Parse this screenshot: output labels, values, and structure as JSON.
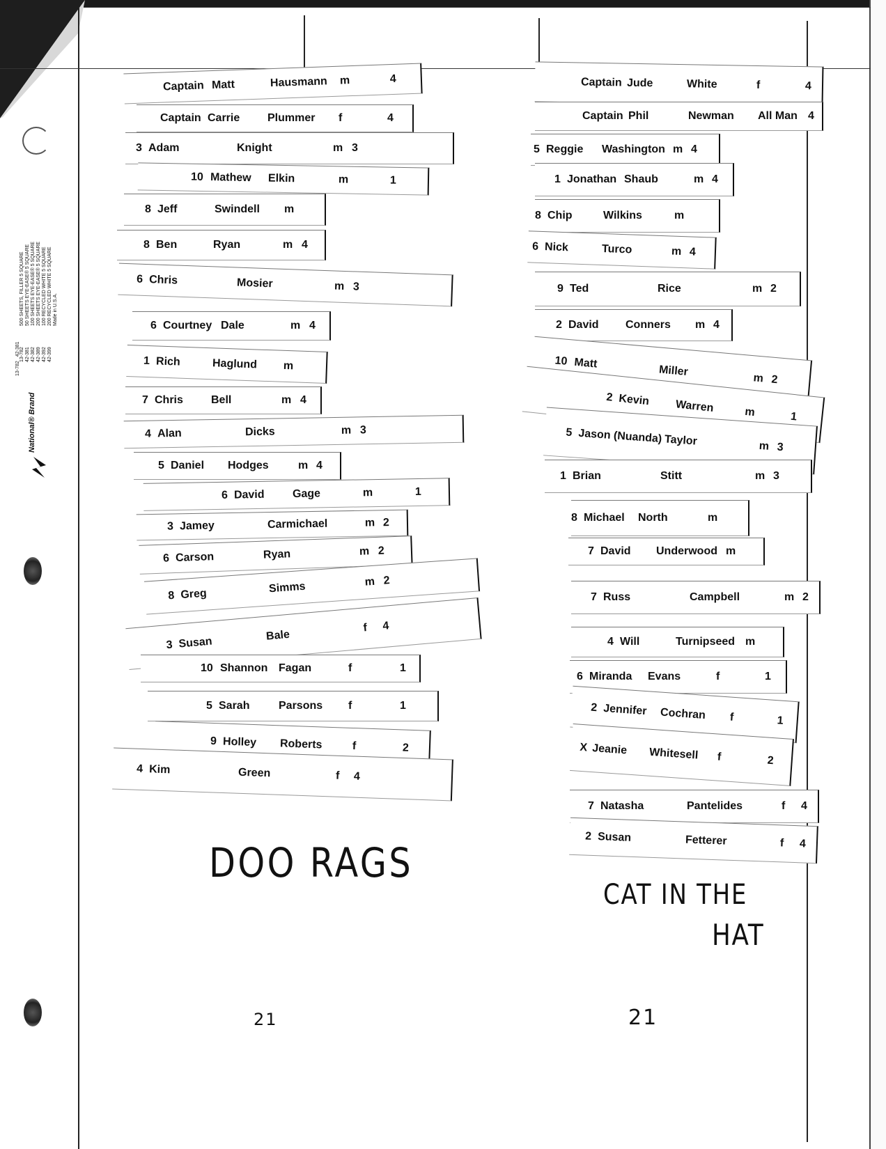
{
  "imprint_lines": [
    "500 SHEETS, FILLER 5 SQUARE",
    "50 SHEETS EYE-EASE® 5 SQUARE",
    "100 SHEETS EYE-EASE® 5 SQUARE",
    "200 SHEETS EYE-EASE® 5 SQUARE",
    "100 RECYCLED WHITE 5 SQUARE",
    "200 RECYCLED WHITE 5 SQUARE",
    "Made in U.S.A."
  ],
  "imprint_codes": [
    "13-782",
    "42-381",
    "42-382",
    "42-389",
    "42-392",
    "42-399"
  ],
  "brand": "National® Brand",
  "left_team": {
    "name": "DOO RAGS",
    "total": "21",
    "players": [
      {
        "num": "Captain",
        "first": "Matt",
        "last": "Hausmann",
        "gender": "m",
        "rating": "4"
      },
      {
        "num": "Captain",
        "first": "Carrie",
        "last": "Plummer",
        "gender": "f",
        "rating": "4"
      },
      {
        "num": "3",
        "first": "Adam",
        "last": "Knight",
        "gender": "m",
        "rating": "3"
      },
      {
        "num": "10",
        "first": "Mathew",
        "last": "Elkin",
        "gender": "m",
        "rating": "1"
      },
      {
        "num": "8",
        "first": "Jeff",
        "last": "Swindell",
        "gender": "m",
        "rating": ""
      },
      {
        "num": "8",
        "first": "Ben",
        "last": "Ryan",
        "gender": "m",
        "rating": "4"
      },
      {
        "num": "6",
        "first": "Chris",
        "last": "Mosier",
        "gender": "m",
        "rating": "3"
      },
      {
        "num": "6",
        "first": "Courtney",
        "last": "Dale",
        "gender": "m",
        "rating": "4"
      },
      {
        "num": "1",
        "first": "Rich",
        "last": "Haglund",
        "gender": "m",
        "rating": ""
      },
      {
        "num": "7",
        "first": "Chris",
        "last": "Bell",
        "gender": "m",
        "rating": "4"
      },
      {
        "num": "4",
        "first": "Alan",
        "last": "Dicks",
        "gender": "m",
        "rating": "3"
      },
      {
        "num": "5",
        "first": "Daniel",
        "last": "Hodges",
        "gender": "m",
        "rating": "4"
      },
      {
        "num": "6",
        "first": "David",
        "last": "Gage",
        "gender": "m",
        "rating": "1"
      },
      {
        "num": "3",
        "first": "Jamey",
        "last": "Carmichael",
        "gender": "m",
        "rating": "2"
      },
      {
        "num": "6",
        "first": "Carson",
        "last": "Ryan",
        "gender": "m",
        "rating": "2"
      },
      {
        "num": "8",
        "first": "Greg",
        "last": "Simms",
        "gender": "m",
        "rating": "2"
      },
      {
        "num": "3",
        "first": "Susan",
        "last": "Bale",
        "gender": "f",
        "rating": "4"
      },
      {
        "num": "10",
        "first": "Shannon",
        "last": "Fagan",
        "gender": "f",
        "rating": "1"
      },
      {
        "num": "5",
        "first": "Sarah",
        "last": "Parsons",
        "gender": "f",
        "rating": "1"
      },
      {
        "num": "9",
        "first": "Holley",
        "last": "Roberts",
        "gender": "f",
        "rating": "2"
      },
      {
        "num": "4",
        "first": "Kim",
        "last": "Green",
        "gender": "f",
        "rating": "4"
      }
    ]
  },
  "right_team": {
    "name_line1": "CAT IN THE",
    "name_line2": "HAT",
    "total": "21",
    "players": [
      {
        "num": "Captain",
        "first": "Jude",
        "last": "White",
        "gender": "f",
        "rating": "4"
      },
      {
        "num": "Captain",
        "first": "Phil",
        "last": "Newman",
        "gender": "All Man",
        "rating": "4"
      },
      {
        "num": "5",
        "first": "Reggie",
        "last": "Washington",
        "gender": "m",
        "rating": "4"
      },
      {
        "num": "1",
        "first": "Jonathan",
        "last": "Shaub",
        "gender": "m",
        "rating": "4"
      },
      {
        "num": "8",
        "first": "Chip",
        "last": "Wilkins",
        "gender": "m",
        "rating": ""
      },
      {
        "num": "6",
        "first": "Nick",
        "last": "Turco",
        "gender": "m",
        "rating": "4"
      },
      {
        "num": "9",
        "first": "Ted",
        "last": "Rice",
        "gender": "m",
        "rating": "2"
      },
      {
        "num": "2",
        "first": "David",
        "last": "Conners",
        "gender": "m",
        "rating": "4"
      },
      {
        "num": "10",
        "first": "Matt",
        "last": "Miller",
        "gender": "m",
        "rating": "2"
      },
      {
        "num": "2",
        "first": "Kevin",
        "last": "Warren",
        "gender": "m",
        "rating": "1"
      },
      {
        "num": "5",
        "first": "Jason (Nuanda)",
        "last": "Taylor",
        "gender": "m",
        "rating": "3"
      },
      {
        "num": "1",
        "first": "Brian",
        "last": "Stitt",
        "gender": "m",
        "rating": "3"
      },
      {
        "num": "8",
        "first": "Michael",
        "last": "North",
        "gender": "m",
        "rating": ""
      },
      {
        "num": "7",
        "first": "David",
        "last": "Underwood",
        "gender": "m",
        "rating": ""
      },
      {
        "num": "7",
        "first": "Russ",
        "last": "Campbell",
        "gender": "m",
        "rating": "2"
      },
      {
        "num": "4",
        "first": "Will",
        "last": "Turnipseed",
        "gender": "m",
        "rating": ""
      },
      {
        "num": "6",
        "first": "Miranda",
        "last": "Evans",
        "gender": "f",
        "rating": "1"
      },
      {
        "num": "2",
        "first": "Jennifer",
        "last": "Cochran",
        "gender": "f",
        "rating": "1"
      },
      {
        "num": "X",
        "first": "Jeanie",
        "last": "Whitesell",
        "gender": "f",
        "rating": "2"
      },
      {
        "num": "7",
        "first": "Natasha",
        "last": "Pantelides",
        "gender": "f",
        "rating": "4"
      },
      {
        "num": "2",
        "first": "Susan",
        "last": "Fetterer",
        "gender": "f",
        "rating": "4"
      }
    ]
  }
}
